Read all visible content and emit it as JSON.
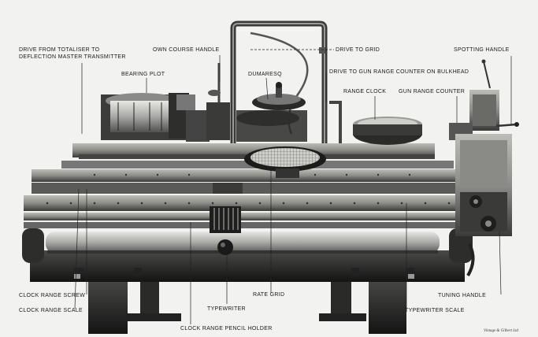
{
  "labels": {
    "drive_from_totaliser": "DRIVE FROM TOTALISER TO",
    "deflection_master": "DEFLECTION MASTER TRANSMITTER",
    "own_course_handle": "OWN COURSE HANDLE",
    "drive_to_grid": "DRIVE TO GRID",
    "spotting_handle": "SPOTTING HANDLE",
    "bearing_plot": "BEARING PLOT",
    "dumaresq": "DUMARESQ",
    "drive_to_gun_range_counter": "DRIVE TO GUN RANGE COUNTER ON BULKHEAD",
    "range_clock": "RANGE CLOCK",
    "gun_range_counter": "GUN RANGE COUNTER",
    "clock_range_screw": "CLOCK RANGE SCREW",
    "clock_range_scale": "CLOCK RANGE SCALE",
    "rate_grid": "RATE GRID",
    "typewriter": "TYPEWRITER",
    "tuning_handle": "TUNING HANDLE",
    "typewriter_scale": "TYPEWRITER SCALE",
    "clock_range_pencil_holder": "CLOCK RANGE PENCIL HOLDER"
  },
  "credit": "Vintage & Gilbert Ltd"
}
